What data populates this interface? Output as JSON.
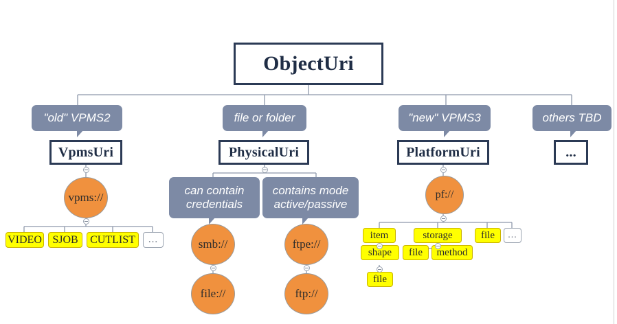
{
  "diagram": {
    "title": "ObjectUri",
    "palette": {
      "class_border": "#2b3a55",
      "class_text": "#1f2d45",
      "callout_fill": "#7d8aa5",
      "callout_text": "#ffffff",
      "ellipse_fill": "#f0913e",
      "ellipse_border": "#9a9a9a",
      "leaf_fill": "#ffff00",
      "leaf_border": "#c9b200",
      "connector": "#8d98aa",
      "background": "#ffffff"
    },
    "root": {
      "label": "ObjectUri"
    },
    "branches": [
      {
        "callout": "\"old\" VPMS2",
        "node": "VpmsUri"
      },
      {
        "callout": "file or folder",
        "node": "PhysicalUri"
      },
      {
        "callout": "\"new\" VPMS3",
        "node": "PlatformUri"
      },
      {
        "callout": "others TBD",
        "node": "..."
      }
    ],
    "schemes": {
      "vpms": "vpms://",
      "smb": "smb://",
      "file_under_smb": "file://",
      "ftpe": "ftpe://",
      "ftp_under_ftpe": "ftp://",
      "pf": "pf://"
    },
    "physical_callouts": [
      "can contain\ncredentials",
      "contains mode\nactive/passive"
    ],
    "physical_callout_lines": [
      [
        "can contain",
        "credentials"
      ],
      [
        "contains mode",
        "active/passive"
      ]
    ],
    "vpms_leaves": [
      "VIDEO",
      "SJOB",
      "CUTLIST",
      "..."
    ],
    "pf_leaves": [
      "item",
      "storage",
      "file",
      "..."
    ],
    "item_children": [
      "shape"
    ],
    "shape_children": [
      "file"
    ],
    "storage_children": [
      "file",
      "method"
    ],
    "icons": {
      "collapse": "collapse-toggle-icon"
    }
  }
}
